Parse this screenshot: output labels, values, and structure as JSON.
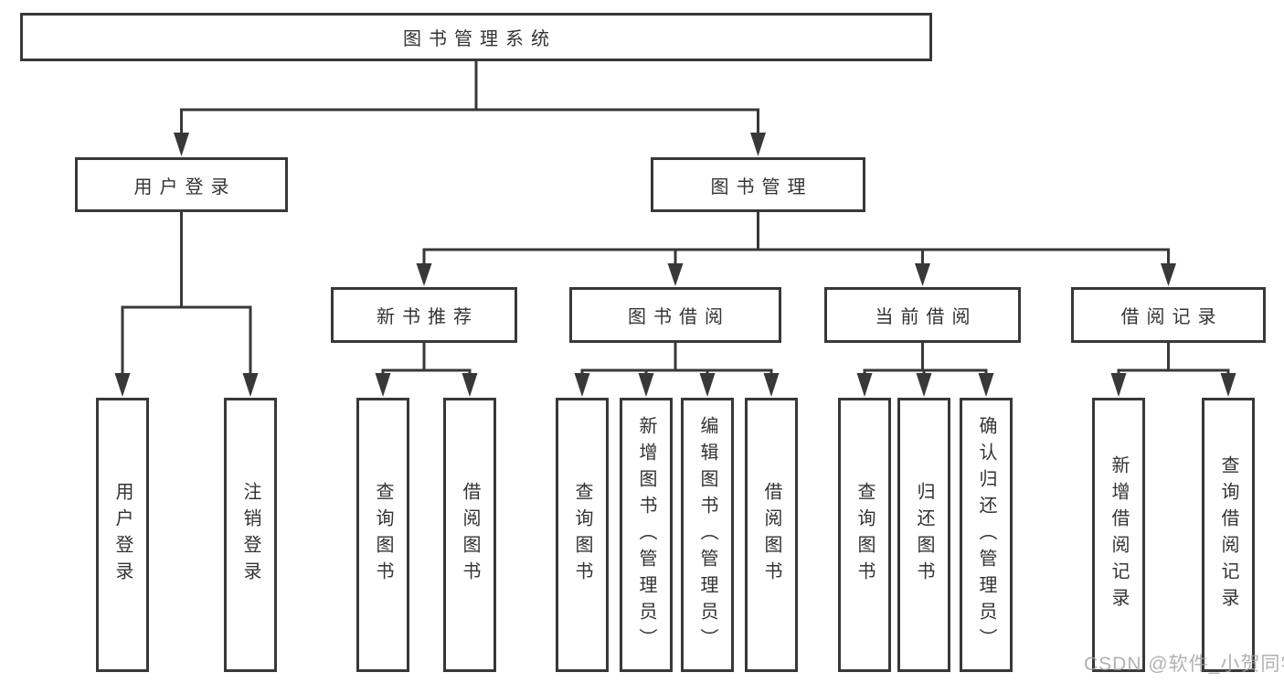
{
  "tree": {
    "root": {
      "label": "图书管理系统"
    },
    "branches": [
      {
        "label": "用户登录",
        "children": [
          {
            "label": "用户登录"
          },
          {
            "label": "注销登录"
          }
        ]
      },
      {
        "label": "图书管理",
        "groups": [
          {
            "label": "新书推荐",
            "children": [
              {
                "label": "查询图书"
              },
              {
                "label": "借阅图书"
              }
            ]
          },
          {
            "label": "图书借阅",
            "children": [
              {
                "label": "查询图书"
              },
              {
                "label": "新增图书（管理员）"
              },
              {
                "label": "编辑图书（管理员）"
              },
              {
                "label": "借阅图书"
              }
            ]
          },
          {
            "label": "当前借阅",
            "children": [
              {
                "label": "查询图书"
              },
              {
                "label": "归还图书"
              },
              {
                "label": "确认归还（管理员）"
              }
            ]
          },
          {
            "label": "借阅记录",
            "children": [
              {
                "label": "新增借阅记录"
              },
              {
                "label": "查询借阅记录"
              }
            ]
          }
        ]
      }
    ]
  },
  "watermark": "CSDN @软件_小贺同学",
  "colors": {
    "line": "#383838",
    "box_border": "#383838",
    "text": "#333333",
    "watermark": "#9e9e9e",
    "background": "#ffffff"
  }
}
